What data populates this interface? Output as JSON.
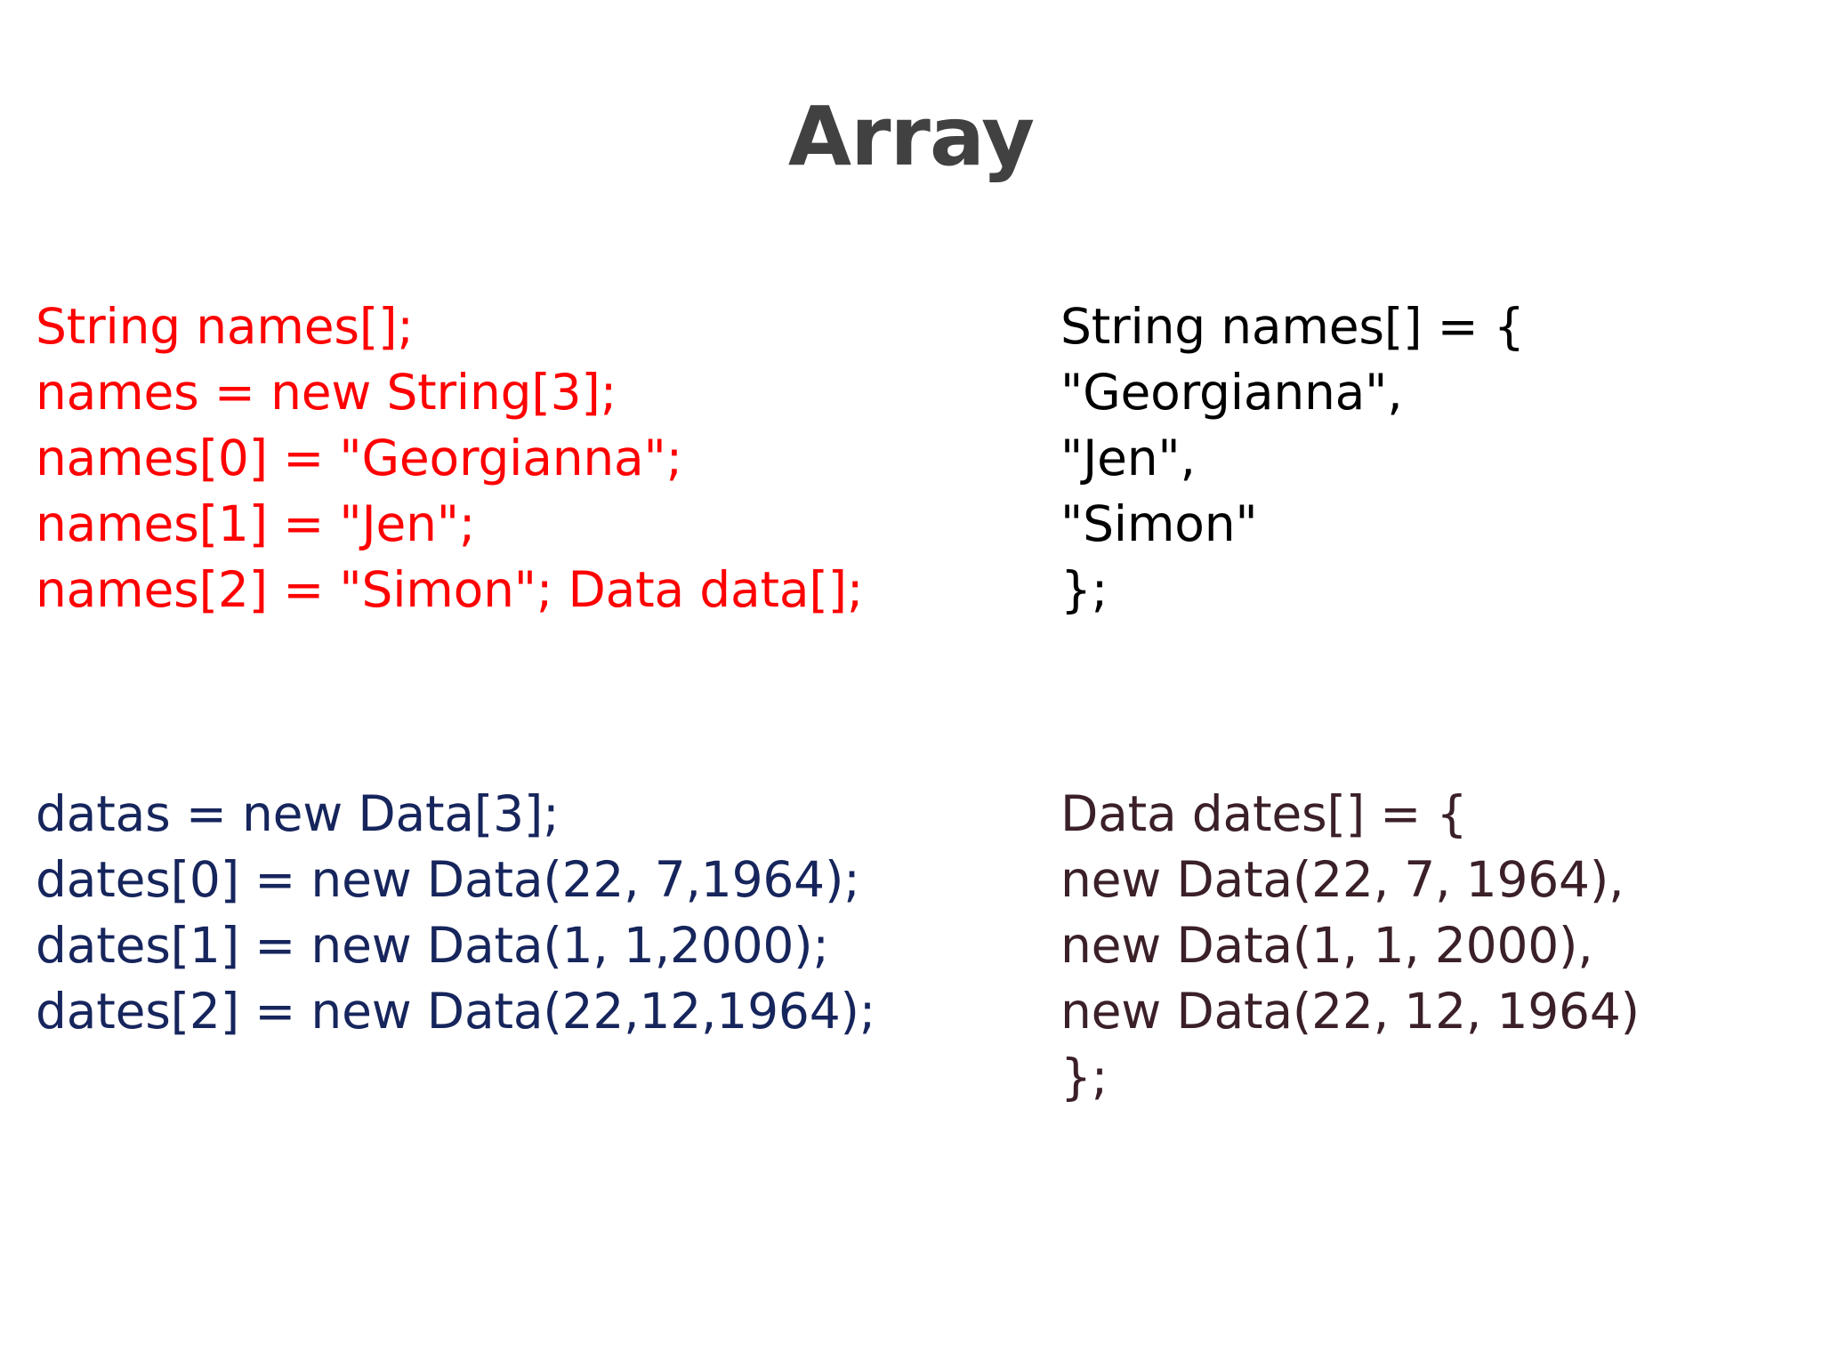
{
  "slide": {
    "title": "Array",
    "background_color": "#FFFFFF",
    "title_color": "#414141"
  },
  "colors": {
    "red": "#FF0000",
    "navy": "#16255C",
    "black": "#000000",
    "maroon": "#3B2028"
  },
  "left_column": {
    "names_block": {
      "color": "#FF0000",
      "lines": [
        "String names[];",
        "names = new String[3];",
        "names[0] = \"Georgianna\";",
        "names[1] = \"Jen\";",
        "names[2] = \"Simon\"; Data data[];"
      ]
    },
    "dates_block": {
      "color": "#16255C",
      "lines": [
        "datas = new Data[3];",
        "dates[0] = new Data(22, 7,1964);",
        "dates[1] = new Data(1, 1,2000);",
        "dates[2] = new Data(22,12,1964);"
      ]
    }
  },
  "right_column": {
    "names_block": {
      "color": "#000000",
      "lines": [
        "String names[] = {",
        "\"Georgianna\",",
        "\"Jen\",",
        "\"Simon\"",
        "};"
      ]
    },
    "dates_block": {
      "color": "#3B2028",
      "lines": [
        "Data dates[] = {",
        "new Data(22, 7, 1964),",
        "new Data(1, 1, 2000),",
        "new Data(22, 12, 1964)",
        "};"
      ]
    }
  }
}
